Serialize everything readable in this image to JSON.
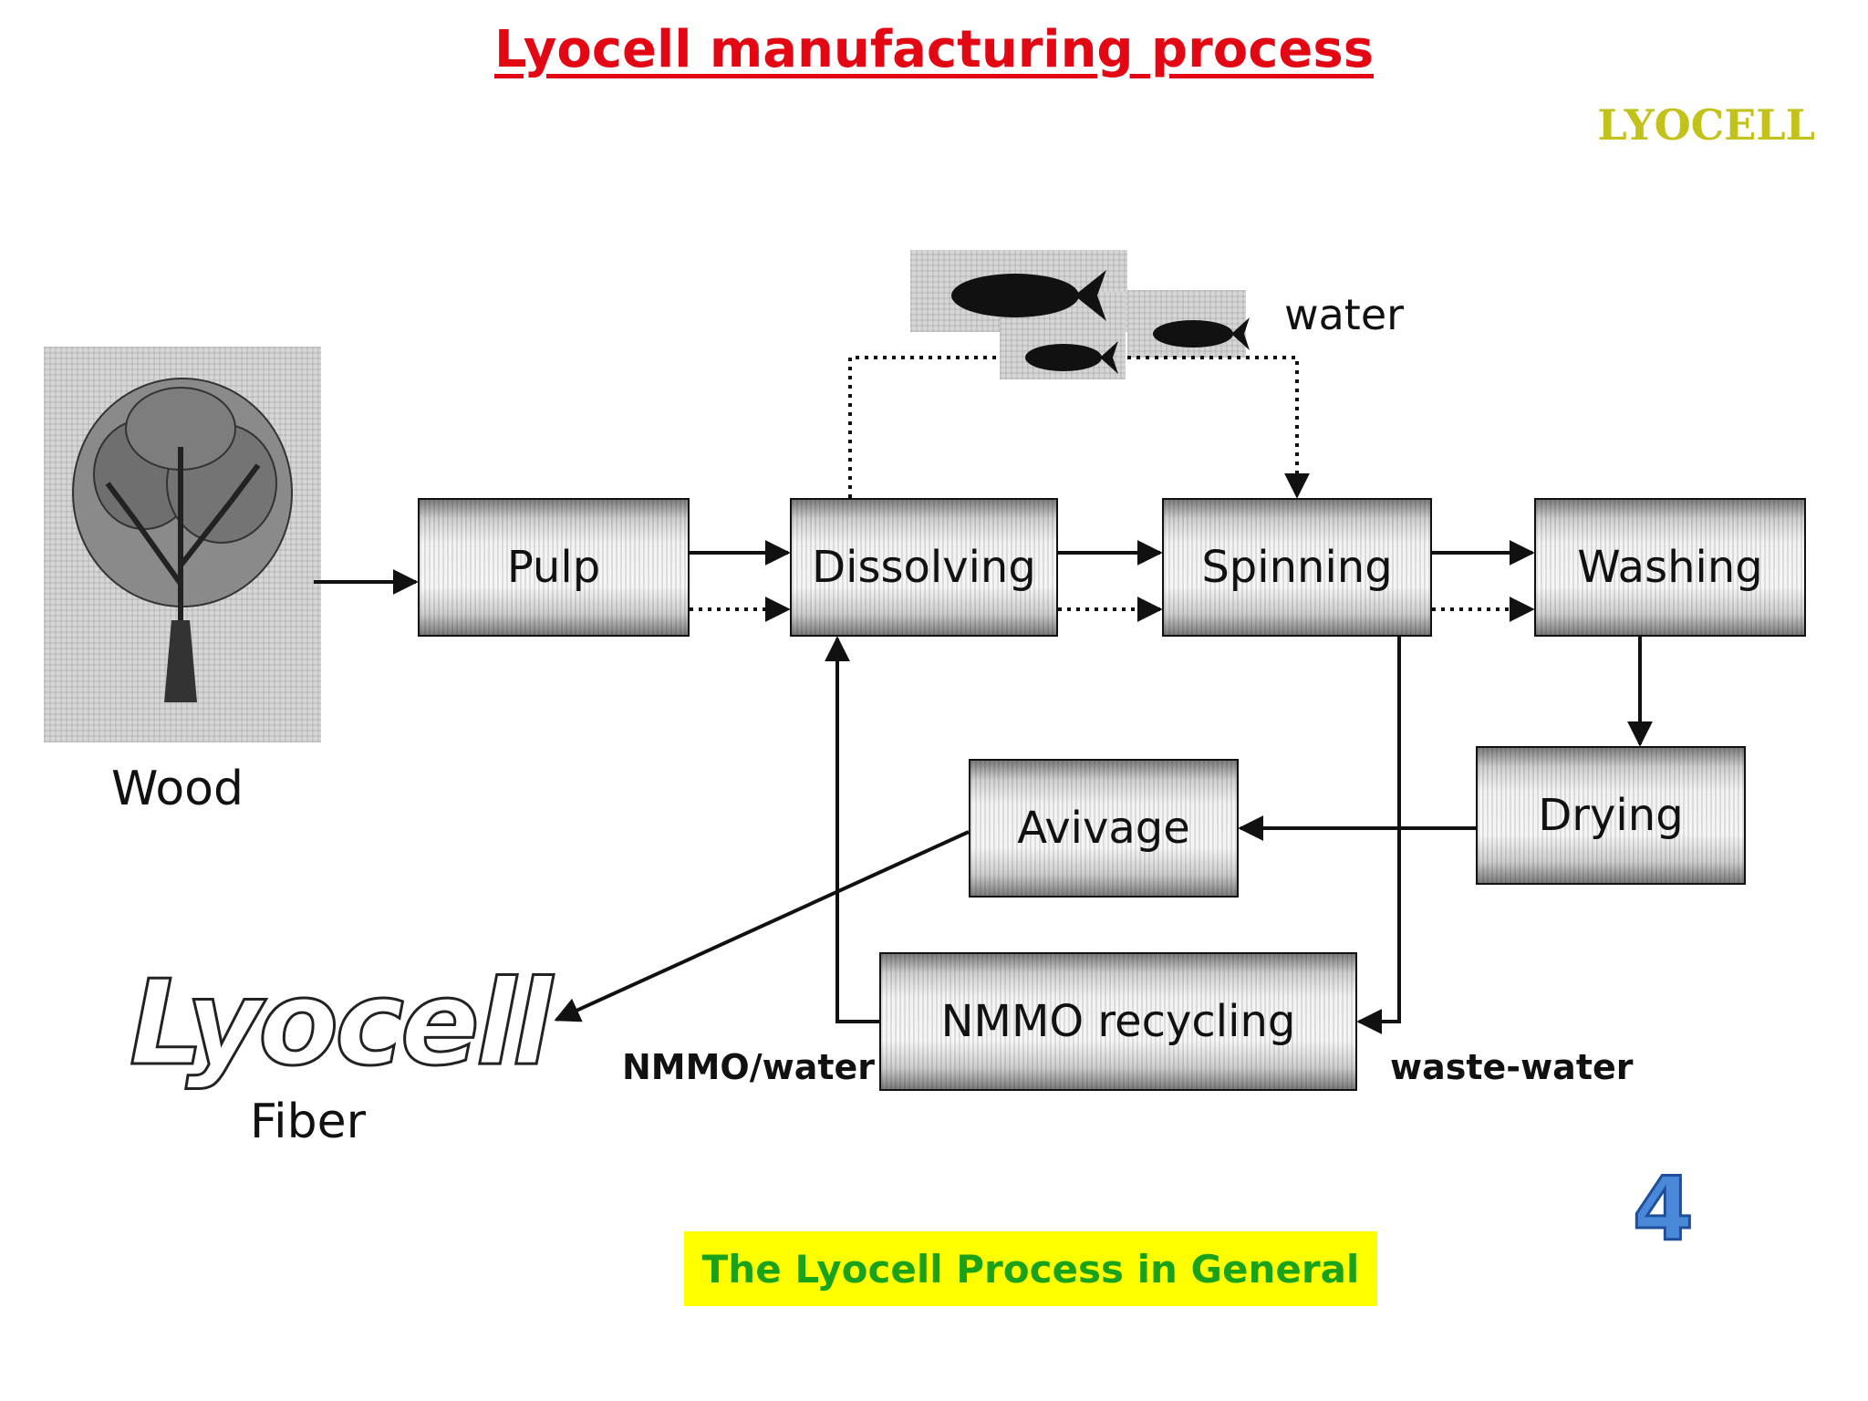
{
  "title": "Lyocell manufacturing process",
  "brand": "LYOCELL",
  "diagram": {
    "steps": {
      "pulp": "Pulp",
      "dissolving": "Dissolving",
      "spinning": "Spinning",
      "washing": "Washing",
      "drying": "Drying",
      "avivage": "Avivage",
      "nmmo_recycling": "NMMO recycling"
    },
    "labels": {
      "wood": "Wood",
      "water": "water",
      "nmmo_water": "NMMO/water",
      "waste_water": "waste-water",
      "lyocell": "Lyocell",
      "fiber": "Fiber"
    }
  },
  "footer": "The Lyocell Process in General",
  "page_number": "4"
}
